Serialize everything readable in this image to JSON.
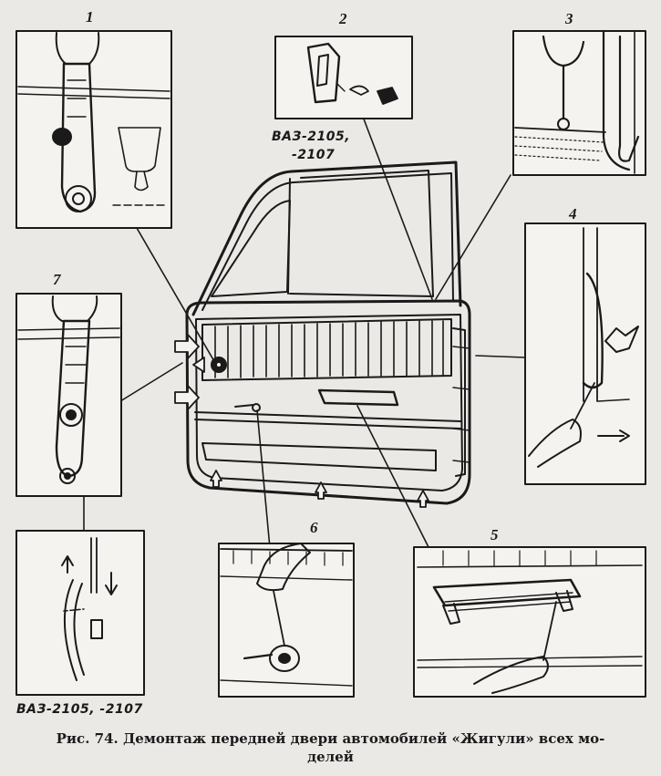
{
  "panels": [
    {
      "number": "1"
    },
    {
      "number": "2",
      "variant_lines": [
        "ВАЗ-2105,",
        "-2107"
      ]
    },
    {
      "number": "3"
    },
    {
      "number": "4"
    },
    {
      "number": "5"
    },
    {
      "number": "6"
    },
    {
      "number": "7"
    },
    {
      "variant_label": "ВАЗ-2105, -2107"
    }
  ],
  "caption": {
    "line1": "Рис. 74. Демонтаж передней двери автомобилей «Жигули» всех мо-",
    "line2": "делей"
  },
  "colors": {
    "ink": "#1a1a1a",
    "paper": "#ebe9e6",
    "panel_fill": "#f4f3f0"
  }
}
